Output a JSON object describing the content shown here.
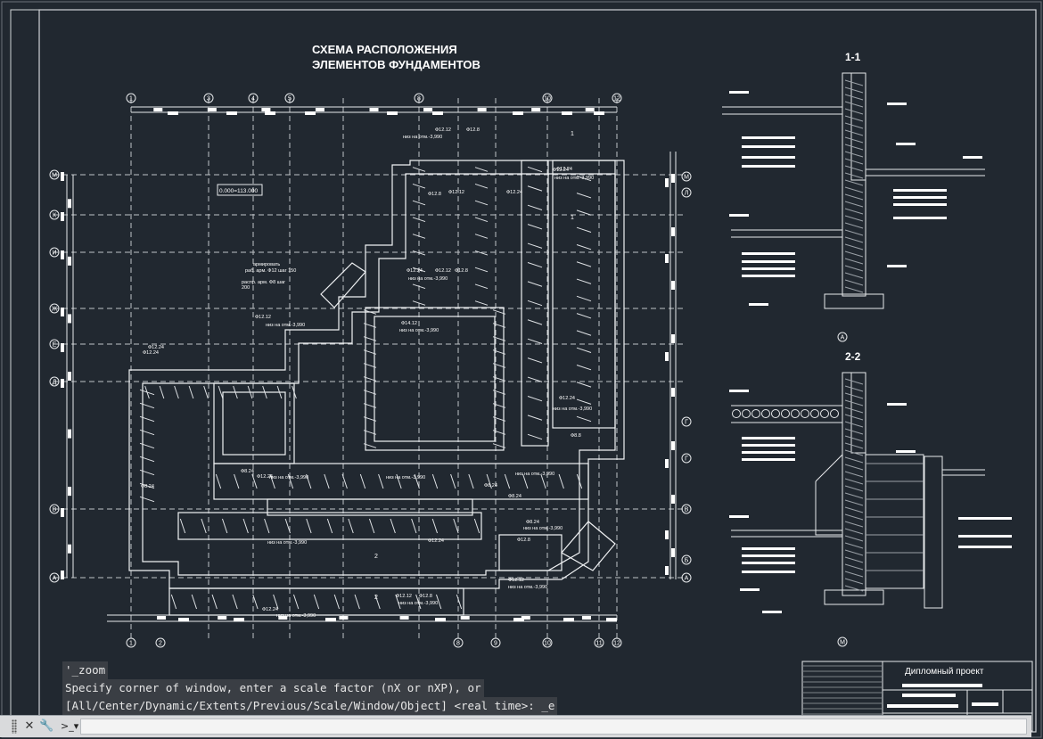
{
  "drawing": {
    "title_line1": "СХЕМА РАСПОЛОЖЕНИЯ",
    "title_line2": "ЭЛЕМЕНТОВ ФУНДАМЕНТОВ",
    "section_1": "1-1",
    "section_2": "2-2",
    "section_mark_1": "1",
    "section_mark_2": "2",
    "zero_mark": "0.000=113.000",
    "axes_top": [
      "1",
      "3",
      "4",
      "5",
      "8",
      "10",
      "12"
    ],
    "axes_bottom": [
      "1",
      "2",
      "8",
      "9",
      "10",
      "11",
      "12"
    ],
    "axes_left": [
      "М",
      "К",
      "И",
      "Ж",
      "Е",
      "Д",
      "В",
      "А"
    ],
    "axes_right": [
      "М",
      "Л",
      "Г",
      "Г",
      "В",
      "Б",
      "А"
    ],
    "axis_section_1": "А",
    "axis_section_2": "М",
    "note_armir": "армировать",
    "note_armir2": "раб. арм. Ф12 шаг 150",
    "note_raspr": "распр. арм. Ф8 шаг",
    "note_raspr2": "200",
    "labels": [
      "Ф12.12",
      "низ на отм.-3,990",
      "Ф12.8",
      "Ф12.24",
      "низ на отм.-3,990",
      "Ф12.12",
      "Ф12.8",
      "Ф12.24",
      "Ф12.24",
      "Ф12.12",
      "Ф12.24",
      "низ на отм.-3,990",
      "Ф12.12",
      "Ф12.8",
      "низ на отм.-3,990",
      "Ф12.24",
      "низ на отм.-3,990",
      "Ф14.12",
      "низ на отм.-3,990",
      "Ф12.24",
      "Ф8.24",
      "низ на отм.-3,990",
      "Ф8.24",
      "низ на отм.-3,990",
      "Ф8.24",
      "Ф12.24",
      "низ на отм.-3,990",
      "Ф8.8",
      "Ф8.24",
      "низ на отм.-3,990",
      "Ф12.24",
      "низ на отм.-3,990",
      "Ф12.12",
      "Ф12.8",
      "низ на отм.-3,990",
      "Ф12.12",
      "низ на отм.-3,990",
      "Ф12.24",
      "низ на отм.-3,990",
      "Ф12.24",
      "Ф8.24",
      "Ф12.8"
    ]
  },
  "title_block": {
    "project": "Дипломный проект"
  },
  "command_line": {
    "history": [
      "'_zoom",
      "Specify corner of window, enter a scale factor (nX or nXP), or",
      "[All/Center/Dynamic/Extents/Previous/Scale/Window/Object] <real time>: _e"
    ],
    "input_value": "",
    "close_glyph": "✕",
    "customize_glyph": "🔧",
    "prompt_glyph": ">_",
    "dropdown_glyph": "▾"
  },
  "colors": {
    "background": "#212830",
    "lines": "#ffffff",
    "dim_lines": "#c8ccd0"
  }
}
